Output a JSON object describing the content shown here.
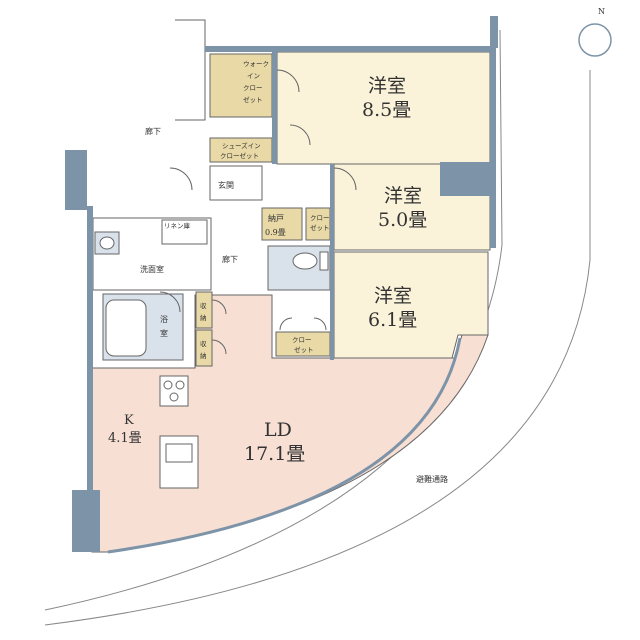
{
  "colors": {
    "wall": "#7d93a8",
    "wall_light": "#b8c6d3",
    "bedroom_floor": "#fbf3d9",
    "living_floor": "#f7dfd3",
    "closet_floor": "#e8d9a6",
    "wet_floor": "#d9e1ea",
    "line": "#555555"
  },
  "compass": {
    "north_label": "N"
  },
  "rooms": {
    "bedroom1": {
      "name": "洋室",
      "size": "8.5畳"
    },
    "bedroom2": {
      "name": "洋室",
      "size": "5.0畳"
    },
    "bedroom3": {
      "name": "洋室",
      "size": "6.1畳"
    },
    "ld": {
      "name": "LD",
      "size": "17.1畳"
    },
    "kitchen": {
      "name": "K",
      "size": "4.1畳"
    },
    "storage": {
      "name": "納戸",
      "size": "0.9畳"
    }
  },
  "labels": {
    "walk_in_closet": [
      "ウォーク",
      "イン",
      "クロー",
      "ゼット"
    ],
    "shoes_in_closet": [
      "シューズイン",
      "クローゼット"
    ],
    "closet_small": [
      "クロー",
      "ゼット"
    ],
    "closet_wide": [
      "クロー",
      "ゼット"
    ],
    "hallway_top": "廊下",
    "hallway_mid": "廊下",
    "entrance": "玄関",
    "washroom": "洗面室",
    "bath": [
      "浴",
      "室"
    ],
    "storage_upper": [
      "収",
      "納"
    ],
    "storage_lower": [
      "収",
      "納"
    ],
    "linen": "リネン庫",
    "evacuation": "避難通路"
  }
}
